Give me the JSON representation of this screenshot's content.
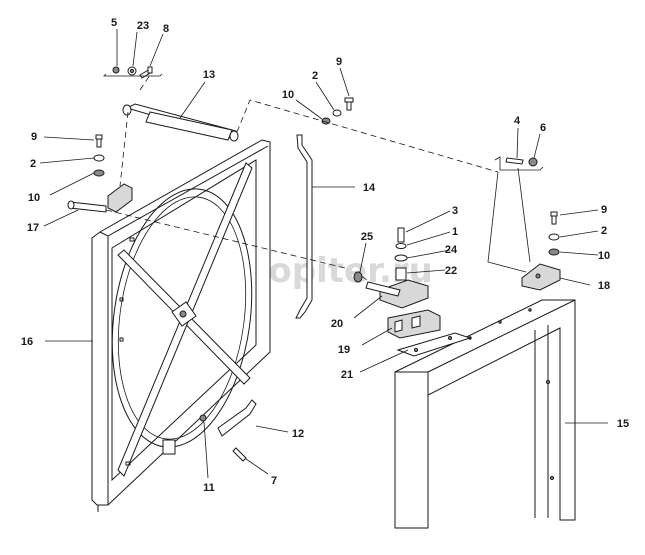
{
  "watermark": "autopiter.ru",
  "callouts": [
    "5",
    "23",
    "8",
    "13",
    "9",
    "2",
    "10",
    "4",
    "6",
    "9",
    "2",
    "10",
    "14",
    "3",
    "1",
    "24",
    "22",
    "25",
    "9",
    "2",
    "10",
    "17",
    "18",
    "16",
    "20",
    "19",
    "21",
    "15",
    "12",
    "11",
    "7"
  ]
}
